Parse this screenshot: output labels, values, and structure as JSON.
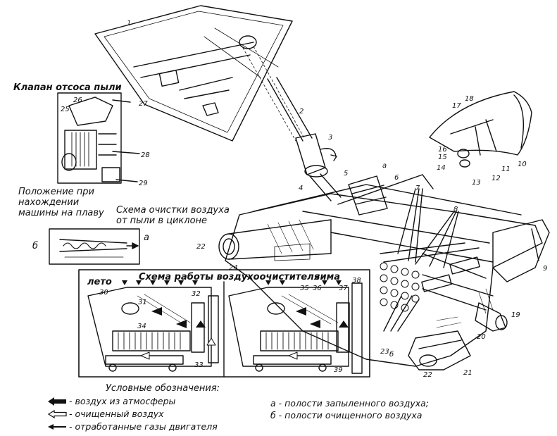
{
  "labels": {
    "valve_title": "Клапан отсоса пыли",
    "afloat_position": "Положение при\nнахождении\nмашины на плаву",
    "cyclone_scheme": "Схема очистки воздуха\nот пыли в циклоне",
    "air_cleaner_scheme": "Схема работы воздухоочистителя",
    "summer": "лето",
    "winter": "зима",
    "letter_a": "а",
    "letter_b": "б"
  },
  "legend": {
    "title": "Условные обозначения:",
    "items": [
      {
        "arrow": "black-arrow",
        "text": "- воздух из атмосферы"
      },
      {
        "arrow": "hollow-arrow",
        "text": "- очищенный воздух"
      },
      {
        "arrow": "thin-arrow",
        "text": "- отработанные газы двигателя"
      }
    ],
    "notes": [
      "а - полости запыленного воздуха;",
      "б - полости очищенного воздуха"
    ]
  },
  "callouts": [
    "1",
    "2",
    "3",
    "4",
    "5",
    "6",
    "7",
    "8",
    "9",
    "10",
    "11",
    "12",
    "13",
    "14",
    "15",
    "16",
    "17",
    "18",
    "19",
    "20",
    "21",
    "22",
    "23",
    "24",
    "25",
    "26",
    "27",
    "28",
    "29",
    "30",
    "31",
    "32",
    "33",
    "34",
    "35",
    "36",
    "37",
    "38",
    "39",
    "а",
    "б"
  ],
  "colors": {
    "ink": "#111111",
    "paper": "#ffffff"
  }
}
